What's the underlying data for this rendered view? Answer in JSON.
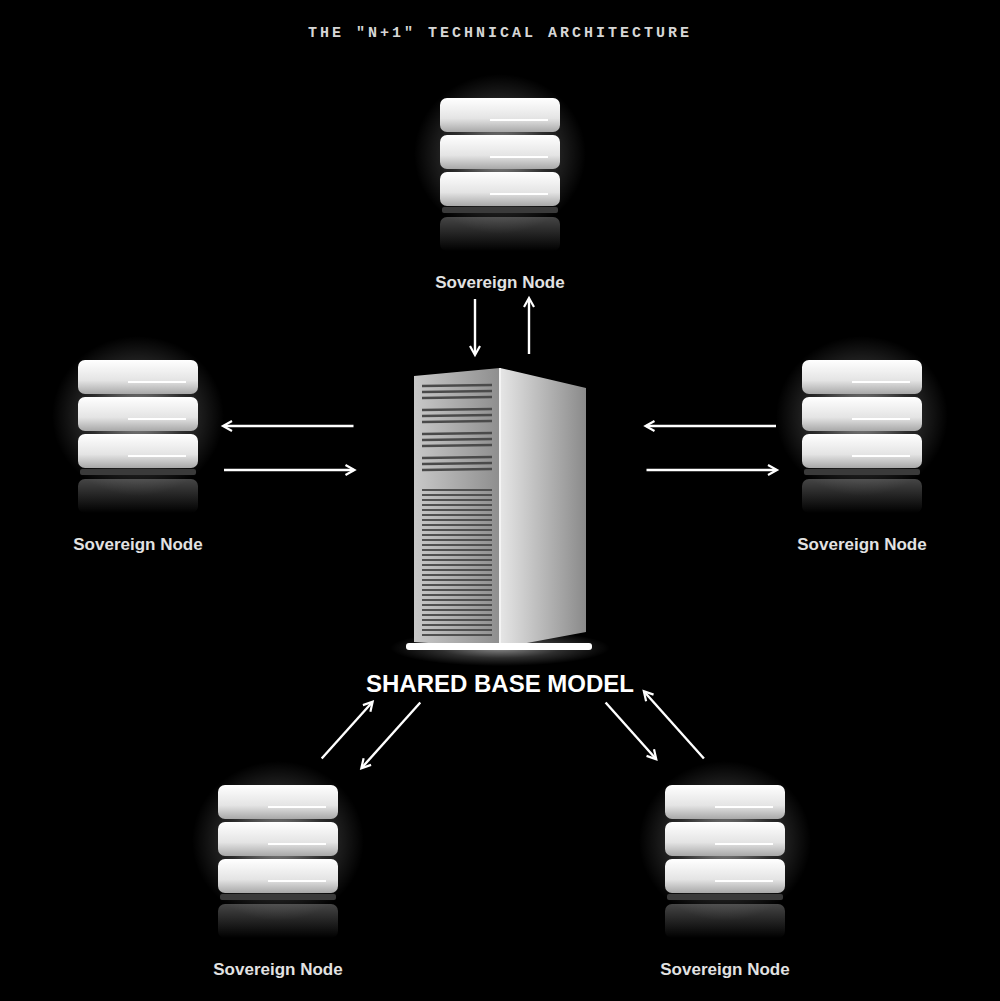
{
  "diagram": {
    "title": "THE \"N+1\" TECHNICAL ARCHITECTURE",
    "nodes": [
      {
        "text": [
          "Sovereign Node"
        ]
      },
      {
        "text": [
          "Sovereign Node"
        ]
      },
      {
        "text": [
          "Sovereign Node"
        ]
      },
      {
        "text": [
          "SHARED BASE MODEL"
        ]
      },
      {
        "text": [
          "Sovereign Node"
        ]
      },
      {
        "text": [
          "Sovereign Node"
        ]
      }
    ],
    "edges": [
      {
        "from": 0,
        "to": 3,
        "arrow": "to"
      },
      {
        "from": 3,
        "to": 0,
        "arrow": "to"
      },
      {
        "from": 1,
        "to": 3,
        "arrow": "to"
      },
      {
        "from": 3,
        "to": 1,
        "arrow": "to"
      },
      {
        "from": 2,
        "to": 3,
        "arrow": "to"
      },
      {
        "from": 3,
        "to": 2,
        "arrow": "to"
      },
      {
        "from": 4,
        "to": 3,
        "arrow": "to"
      },
      {
        "from": 3,
        "to": 4,
        "arrow": "to"
      },
      {
        "from": 5,
        "to": 3,
        "arrow": "to"
      },
      {
        "from": 3,
        "to": 5,
        "arrow": "to"
      }
    ]
  }
}
